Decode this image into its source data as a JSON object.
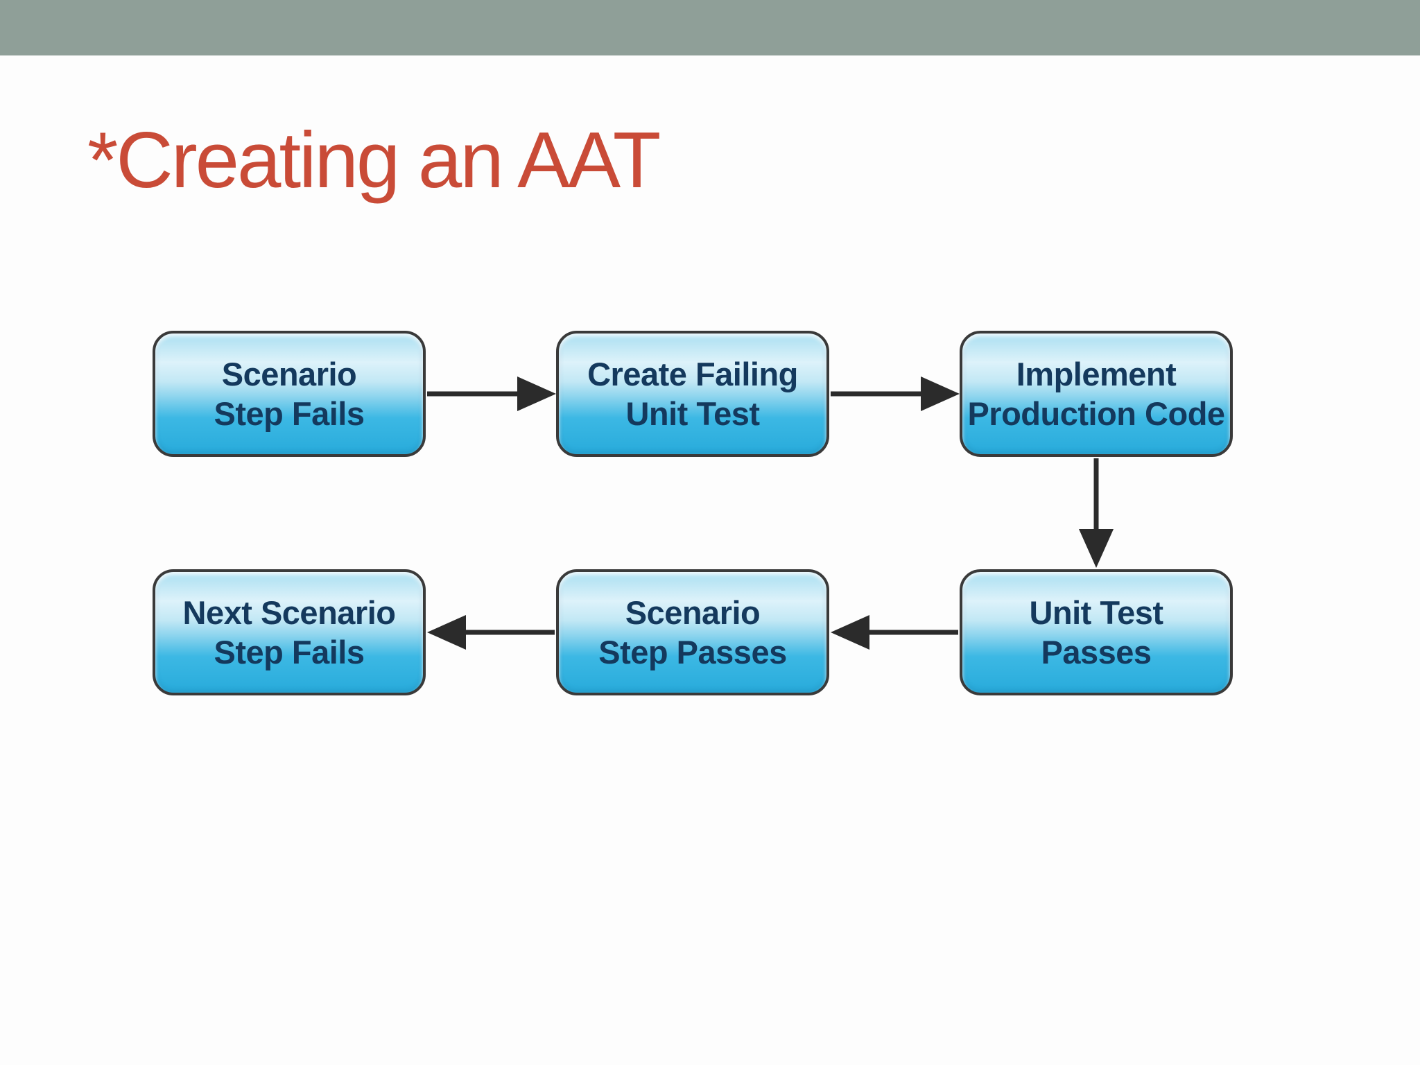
{
  "slide": {
    "title": "*Creating an AAT"
  },
  "theme": {
    "background_color": "#fdfdfd",
    "top_bar_color": "#8f9f98",
    "title_color": "#c94b37",
    "node_border_color": "#3a3a3a",
    "node_text_color": "#14395d",
    "node_gradient_top": "#aadff1",
    "node_gradient_light": "#ddf2fa",
    "node_gradient_bottom": "#28abdb",
    "arrow_color": "#2b2b2b"
  },
  "diagram": {
    "nodes": [
      {
        "id": "scenario-step-fails",
        "line1": "Scenario",
        "line2": "Step Fails"
      },
      {
        "id": "create-failing-unit-test",
        "line1": "Create Failing",
        "line2": "Unit Test"
      },
      {
        "id": "implement-production-code",
        "line1": "Implement",
        "line2": "Production Code"
      },
      {
        "id": "next-scenario-step-fails",
        "line1": "Next Scenario",
        "line2": "Step Fails"
      },
      {
        "id": "scenario-step-passes",
        "line1": "Scenario",
        "line2": "Step Passes"
      },
      {
        "id": "unit-test-passes",
        "line1": "Unit Test",
        "line2": "Passes"
      }
    ],
    "edges": [
      {
        "from": "scenario-step-fails",
        "to": "create-failing-unit-test",
        "direction": "right"
      },
      {
        "from": "create-failing-unit-test",
        "to": "implement-production-code",
        "direction": "right"
      },
      {
        "from": "implement-production-code",
        "to": "unit-test-passes",
        "direction": "down"
      },
      {
        "from": "unit-test-passes",
        "to": "scenario-step-passes",
        "direction": "left"
      },
      {
        "from": "scenario-step-passes",
        "to": "next-scenario-step-fails",
        "direction": "left"
      }
    ]
  }
}
